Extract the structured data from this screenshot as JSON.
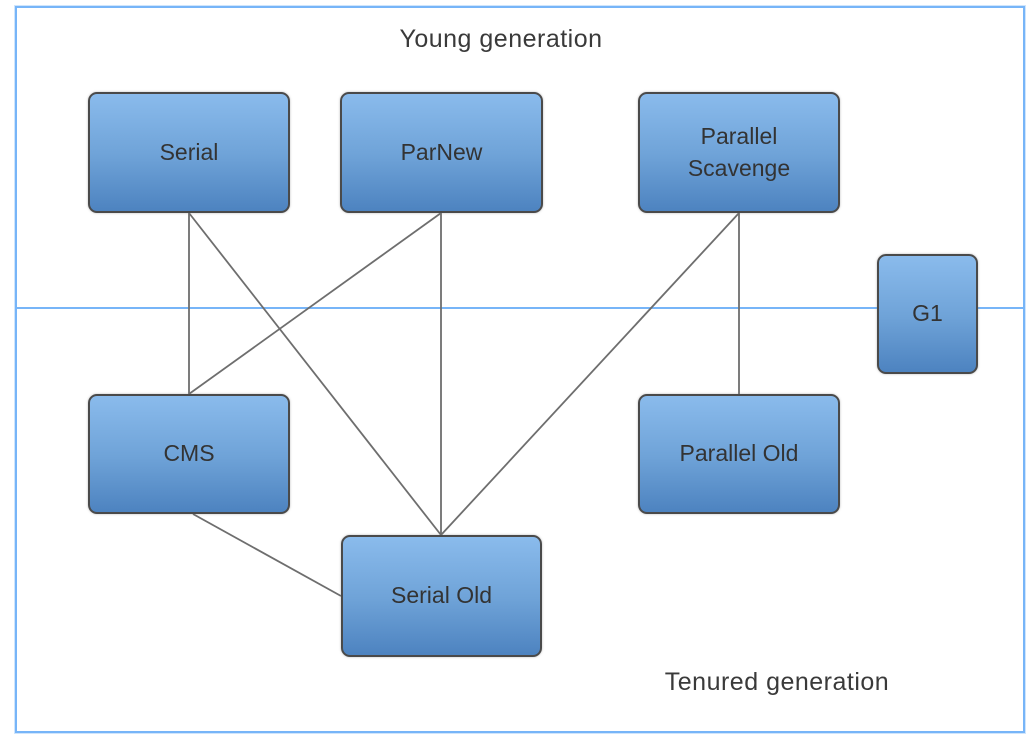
{
  "diagram": {
    "title_young": "Young generation",
    "title_tenured": "Tenured generation"
  },
  "nodes": {
    "serial": {
      "label": "Serial",
      "generation": "young"
    },
    "parnew": {
      "label": "ParNew",
      "generation": "young"
    },
    "parallel_scavenge": {
      "label": "Parallel Scavenge",
      "generation": "young"
    },
    "g1": {
      "label": "G1",
      "generation": "both"
    },
    "cms": {
      "label": "CMS",
      "generation": "tenured"
    },
    "parallel_old": {
      "label": "Parallel Old",
      "generation": "tenured"
    },
    "serial_old": {
      "label": "Serial Old",
      "generation": "tenured"
    }
  },
  "edges": [
    {
      "from": "Serial",
      "to": "CMS"
    },
    {
      "from": "Serial",
      "to": "Serial Old"
    },
    {
      "from": "ParNew",
      "to": "CMS"
    },
    {
      "from": "ParNew",
      "to": "Serial Old"
    },
    {
      "from": "Parallel Scavenge",
      "to": "Serial Old"
    },
    {
      "from": "Parallel Scavenge",
      "to": "Parallel Old"
    },
    {
      "from": "CMS",
      "to": "Serial Old"
    }
  ],
  "colors": {
    "node_gradient_top": "#8ABBEC",
    "node_gradient_bottom": "#4D83C0",
    "node_border": "#4A4A4A",
    "node_text": "#333333",
    "connector": "#6E6E6E",
    "frame_and_divider_blue": "#77B5F8",
    "zone_label_text": "#3A3A3A",
    "background": "#FFFFFF"
  }
}
